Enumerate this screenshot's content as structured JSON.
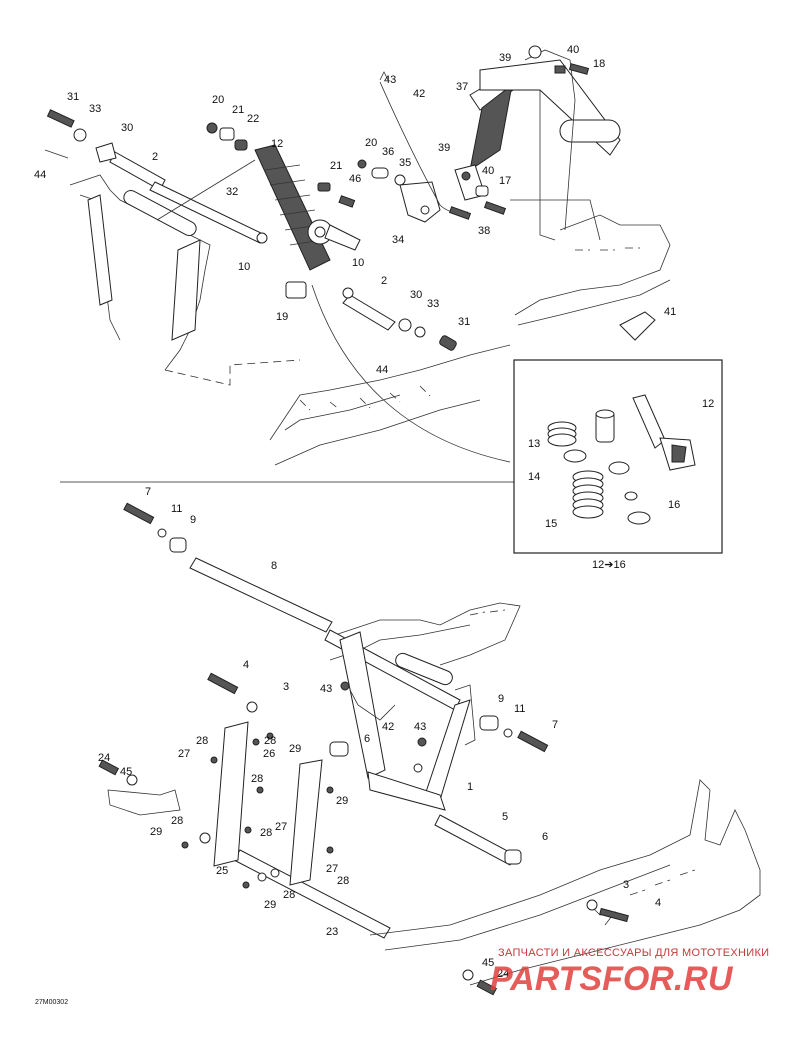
{
  "diagram": {
    "inset_caption": "12➔16",
    "drawing_code": "27M00302",
    "callouts_top": [
      "31",
      "33",
      "30",
      "2",
      "44",
      "20",
      "21",
      "22",
      "12",
      "32",
      "10",
      "20",
      "36",
      "35",
      "21",
      "46",
      "43",
      "42",
      "39",
      "37",
      "40",
      "18",
      "39",
      "40",
      "17",
      "38",
      "34",
      "19",
      "10",
      "2",
      "30",
      "33",
      "31",
      "44",
      "41"
    ],
    "callouts_inset": [
      "12",
      "13",
      "14",
      "15",
      "16"
    ],
    "callouts_bottom": [
      "7",
      "11",
      "9",
      "8",
      "4",
      "3",
      "43",
      "42",
      "43",
      "6",
      "1",
      "9",
      "11",
      "7",
      "5",
      "6",
      "3",
      "4",
      "24",
      "45",
      "27",
      "28",
      "26",
      "29",
      "28",
      "28",
      "29",
      "28",
      "27",
      "29",
      "28",
      "27",
      "25",
      "28",
      "29",
      "28",
      "23",
      "45",
      "24"
    ]
  },
  "watermark": {
    "line1": "ЗАПЧАСТИ И АКСЕССУАРЫ ДЛЯ МОТОТЕХНИКИ",
    "line2": "PARTSFOR.RU"
  }
}
